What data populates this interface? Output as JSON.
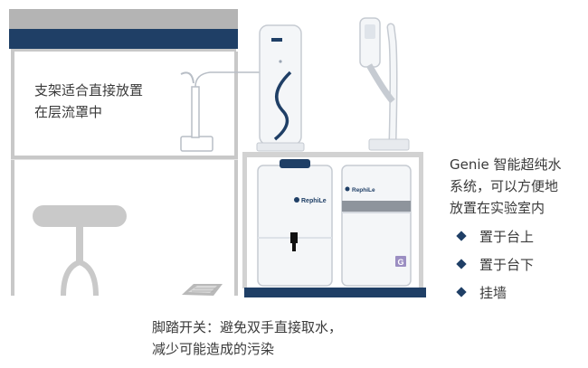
{
  "hood_text": {
    "line1": "支架适合直接放置",
    "line2": "在层流罩中"
  },
  "system_text": {
    "line1": "Genie 智能超纯水",
    "line2": "系统，可以方便地",
    "line3": "放置在实验室内"
  },
  "placement_options": [
    {
      "label": "置于台上"
    },
    {
      "label": "置于台下"
    },
    {
      "label": "挂墙"
    }
  ],
  "footswitch_text": {
    "line1": "脚踏开关：避免双手直接取水，",
    "line2": "减少可能造成的污染"
  },
  "badge_letter": "G",
  "logos": {
    "brand": "RephiLe"
  },
  "colors": {
    "navy": "#1f3f66",
    "hood_gray": "#b4b4b4",
    "outline_gray": "#c6c6c6",
    "unit_white": "#f4f6f8",
    "badge_purple": "#9b8ec2",
    "bullet": "#1f3f66"
  },
  "icons": [
    "diamond-bullet-icon",
    "brand-logo-icon",
    "water-tap-icon",
    "footswitch-icon"
  ]
}
